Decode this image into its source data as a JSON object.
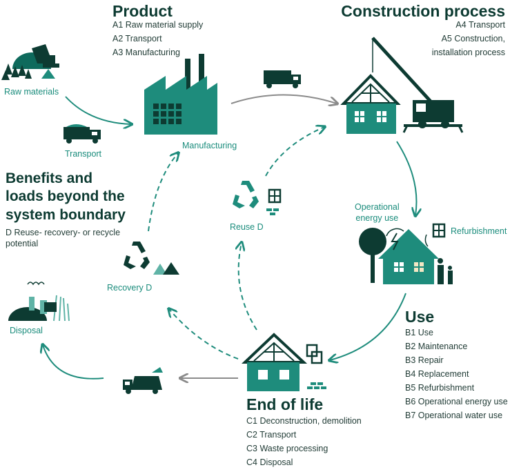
{
  "product": {
    "title": "Product",
    "items": [
      "A1 Raw material supply",
      "A2 Transport",
      "A3 Manufacturing"
    ]
  },
  "construction": {
    "title": "Construction process",
    "items": [
      "A4 Transport",
      "A5 Construction,",
      "installation process"
    ]
  },
  "benefits": {
    "title_lines": [
      "Benefits and",
      "loads beyond the",
      "system boundary"
    ],
    "description_lines": [
      "D Reuse- recovery- or recycle",
      "potential"
    ]
  },
  "use": {
    "title": "Use",
    "items": [
      "B1 Use",
      "B2 Maintenance",
      "B3 Repair",
      "B4 Replacement",
      "B5 Refurbishment",
      "B6 Operational energy use",
      "B7 Operational water use"
    ]
  },
  "end_of_life": {
    "title": "End of life",
    "items": [
      "C1 Deconstruction, demolition",
      "C2 Transport",
      "C3 Waste processing",
      "C4 Disposal"
    ]
  },
  "labels": {
    "raw_materials": "Raw materials",
    "transport": "Transport",
    "manufacturing": "Manufacturing",
    "reuse": "Reuse D",
    "recovery": "Recovery D",
    "disposal": "Disposal",
    "operational_energy": [
      "Operational",
      "energy use"
    ],
    "refurbishment": "Refurbishment"
  },
  "colors": {
    "teal": "#1e8c7c",
    "dark_teal": "#0d3b32",
    "light_teal": "#5fb3a6",
    "grey_arrow": "#8a8a8a"
  }
}
